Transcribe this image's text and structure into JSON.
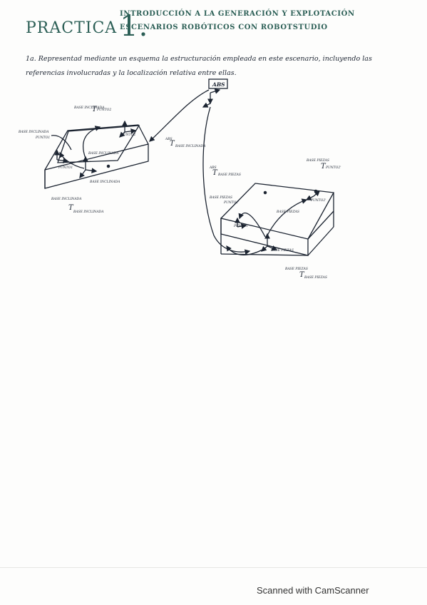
{
  "title": {
    "practica": "PRACTICA",
    "number": "1.",
    "line1": "INTRODUCCIÓN A LA GENERACIÓN Y EXPLOTACIÓN",
    "line2": "ESCENARIOS ROBÓTICOS CON ROBOTSTUDIO"
  },
  "question": "1a. Representad mediante un esquema la estructuración empleada en este escenario, incluyendo las referencias involucradas y la localización relativa entre ellas.",
  "diagram": {
    "abs_label": "ABS",
    "left_block": {
      "top_label": "BASE INCLINADA",
      "top_label_sup": "T",
      "top_label_sub": "PUNTO2",
      "left_label": "BASE INCLINADA",
      "left_label_sub": "PUNTO1",
      "punto1": "PUNTO1",
      "punto2": "PUNTO2",
      "base_inclinada_mid": "BASE INCLINADA",
      "base_inclinada_bottom": "BASE INCLINADA",
      "bottom_label": "BASE INCLINADA",
      "bottom_label_sub": "BASE INCLINADA"
    },
    "abs_to_left": {
      "pre": "ABS",
      "t": "T",
      "sub": "BASE INCLINADA"
    },
    "abs_to_right": {
      "pre": "ABS",
      "t": "T",
      "sub": "BASE PIEZAS"
    },
    "right_block": {
      "top_label": "BASE PIEZAS",
      "top_label_sub": "PUNTO2'",
      "left_label": "BASE PIEZAS",
      "left_label_sub": "PUNTO1'",
      "punto1": "PUNTO1'",
      "punto2": "PUNTO2'",
      "base_piezas_mid": "BASE PIEZAS",
      "base_piezas_bottom": "BASE PIEZAS",
      "bottom_label": "BASE PIEZAS",
      "bottom_label_sub": "BASE PIEZAS"
    }
  },
  "footer": "Scanned with CamScanner",
  "colors": {
    "title": "#2c5f56",
    "ink": "#1c2431"
  }
}
